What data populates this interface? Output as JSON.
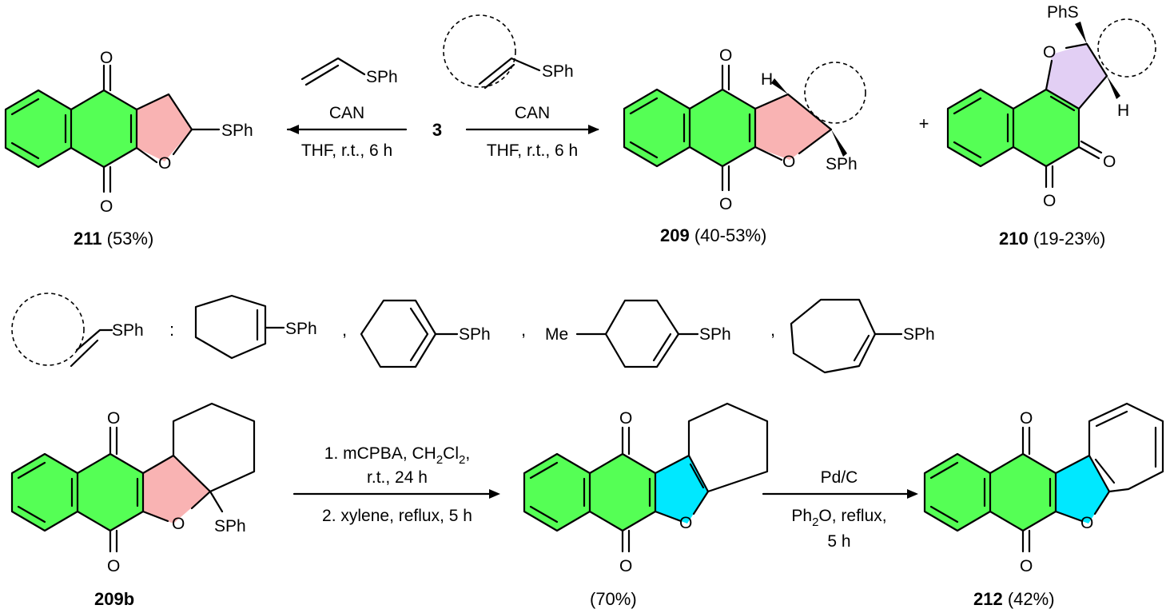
{
  "labels": {
    "O": "O",
    "SPh": "SPh",
    "PhS": "PhS",
    "H": "H",
    "Me": "Me",
    "colon": ":",
    "comma": ",",
    "plus": "+"
  },
  "reagent": {
    "number": "3"
  },
  "conditions": {
    "left_arrow": {
      "reagent": "CAN",
      "solvent": "THF, r.t., 6 h"
    },
    "right_arrow": {
      "reagent": "CAN",
      "solvent": "THF, r.t., 6 h"
    },
    "bottom_arrow1": {
      "step1_prefix": "1. mCPBA, CH",
      "step1_sub1": "2",
      "step1_mid": "Cl",
      "step1_sub2": "2",
      "step1_end": ",",
      "step1_line2": "r.t., 24 h",
      "step2": "2. xylene, reflux, 5 h"
    },
    "bottom_arrow2": {
      "catalyst": "Pd/C",
      "solvent_prefix": "Ph",
      "solvent_sub": "2",
      "solvent_end": "O, reflux,",
      "time": "5 h"
    }
  },
  "compounds": {
    "c211": {
      "number": "211",
      "yield": "(53%)"
    },
    "c209": {
      "number": "209",
      "yield": "(40-53%)"
    },
    "c210": {
      "number": "210",
      "yield": "(19-23%)"
    },
    "c209b": {
      "number": "209b"
    },
    "intermediate": {
      "yield": "(70%)"
    },
    "c212": {
      "number": "212",
      "yield": "(42%)"
    }
  },
  "colors": {
    "benzene_ring": "#55ff55",
    "dihydrofuran_ring": "#f9b3b3",
    "furan_ring": "#00e8ff",
    "ortho_quinone_fused_ring": "#e2cff4"
  }
}
